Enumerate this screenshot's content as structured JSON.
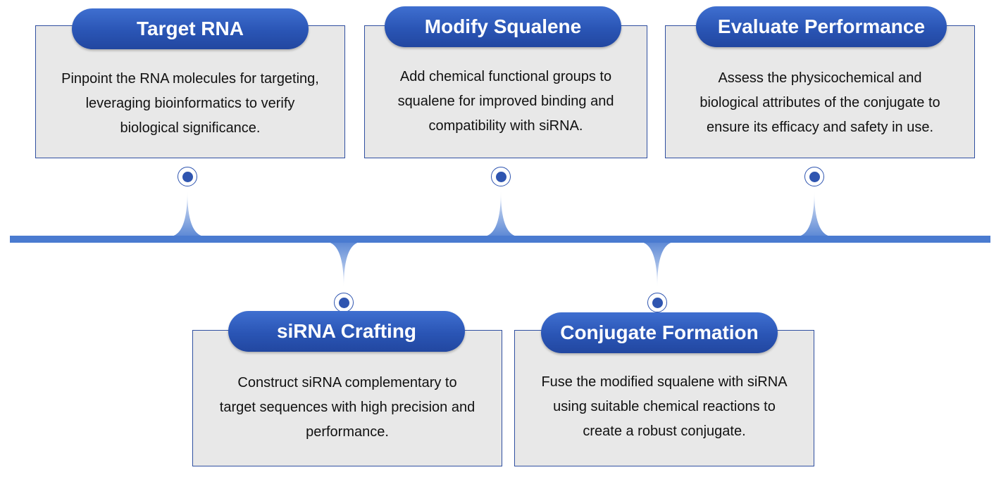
{
  "steps": [
    {
      "title": "Target RNA",
      "lines": [
        "Pinpoint the RNA molecules for targeting,",
        "leveraging bioinformatics to verify",
        "biological significance."
      ]
    },
    {
      "title": "Modify Squalene",
      "lines": [
        "Add chemical functional groups to",
        "squalene for improved binding and",
        "compatibility with siRNA."
      ]
    },
    {
      "title": "Evaluate Performance",
      "lines": [
        "Assess the physicochemical and",
        "biological attributes of the conjugate to",
        "ensure its efficacy and safety in use."
      ]
    },
    {
      "title": "siRNA Crafting",
      "lines": [
        "Construct siRNA complementary to",
        "target sequences with high precision and",
        "performance."
      ]
    },
    {
      "title": "Conjugate Formation",
      "lines": [
        "Fuse the modified squalene with siRNA",
        "using suitable chemical reactions to",
        "create a robust conjugate."
      ]
    }
  ],
  "colors": {
    "accent": "#2a55b5",
    "timeline": "#4a7bd0",
    "card_bg": "#e8e8e8",
    "card_border": "#2f4fa0"
  }
}
